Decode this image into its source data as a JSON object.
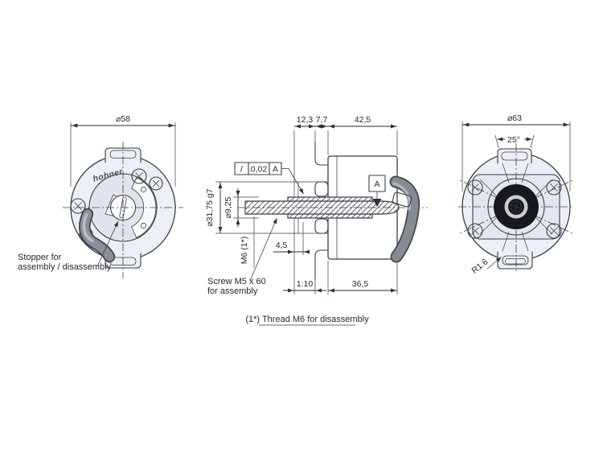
{
  "colors": {
    "bg": "#ffffff",
    "line": "#3a3e45",
    "text": "#24282e",
    "fill-light": "#eceff5",
    "fill-mid": "#e0e4ec",
    "plate": "#e4e7ef",
    "black": "#17181c",
    "cable": "#858a93"
  },
  "views": {
    "front": {
      "diameter": "⌀58",
      "brand": "hohner",
      "stopper_note": [
        "Stopper for",
        "assembly / disassembly"
      ]
    },
    "section": {
      "dims_top": [
        "12,3",
        "7,7",
        "42,5"
      ],
      "tolerance": {
        "symbol": "/",
        "value": "0,02",
        "datum": "A"
      },
      "dia_spigot": "⌀31,75 g7",
      "dia_shaft": "⌀9,25",
      "thread": "M6 (1*)",
      "dim_thread_depth": "4,5",
      "taper": "1:10",
      "dim_body": "36,5",
      "datum_flag": "A",
      "screw_note": [
        "Screw M5 x 60",
        "for assembly"
      ]
    },
    "rear": {
      "diameter": "⌀63",
      "angle": "25°",
      "radius": "R1.6"
    },
    "footnote": "(1*) Thread M6 for disassembly"
  }
}
